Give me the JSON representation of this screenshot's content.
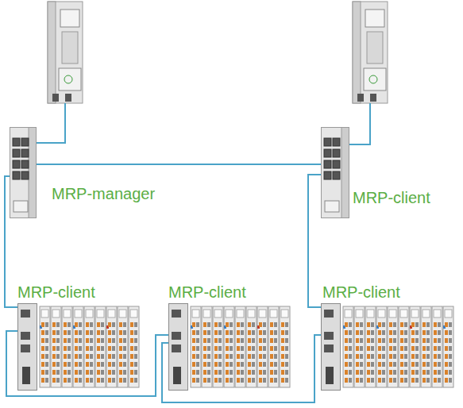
{
  "diagram": {
    "nodes": [
      {
        "text": [
          "MRP-manager"
        ]
      },
      {
        "text": [
          "MRP-client"
        ]
      },
      {
        "text": [
          "MRP-client"
        ]
      },
      {
        "text": [
          "MRP-client"
        ]
      },
      {
        "text": [
          "MRP-client"
        ]
      }
    ],
    "edges": [
      {
        "from": 0,
        "to": 1,
        "arrow": "none"
      },
      {
        "from": 0,
        "to": 2,
        "arrow": "none"
      },
      {
        "from": 1,
        "to": 4,
        "arrow": "none"
      },
      {
        "from": 2,
        "to": 3,
        "arrow": "none"
      },
      {
        "from": 3,
        "to": 4,
        "arrow": "none"
      }
    ]
  }
}
